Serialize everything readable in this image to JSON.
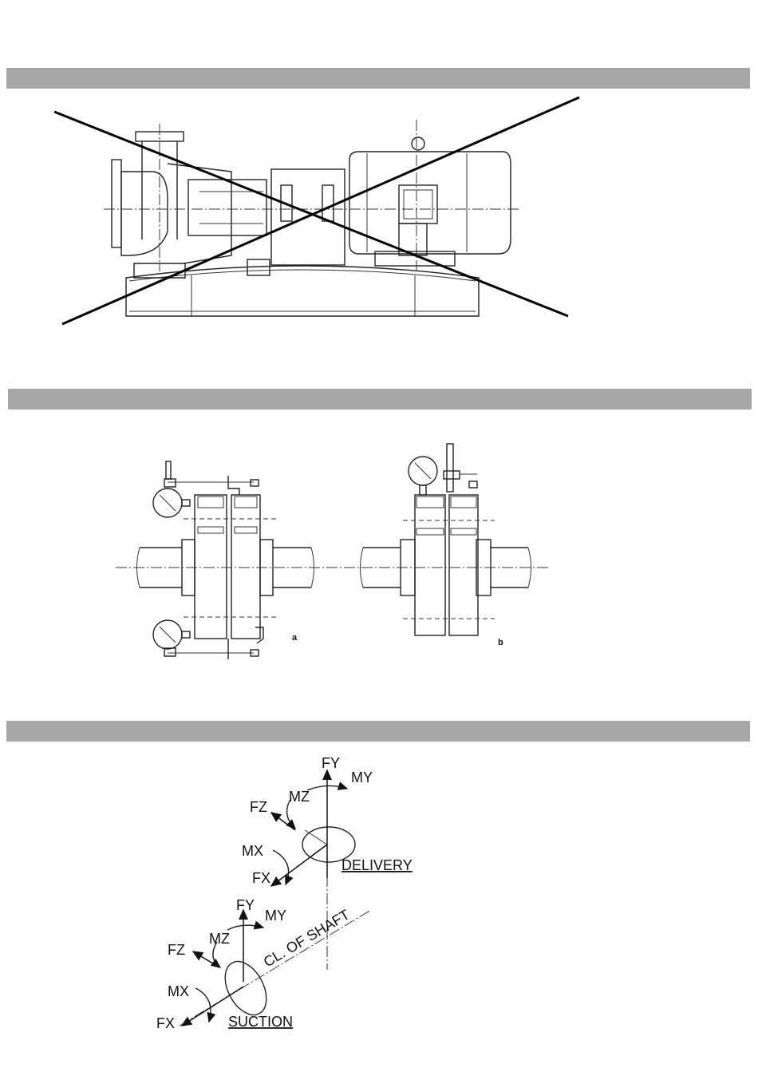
{
  "figure3": {
    "delivery": {
      "fy": "FY",
      "my": "MY",
      "mz": "MZ",
      "fz": "FZ",
      "mx": "MX",
      "fx": "FX",
      "name": "DELIVERY"
    },
    "suction": {
      "fy": "FY",
      "my": "MY",
      "mz": "MZ",
      "fz": "FZ",
      "mx": "MX",
      "fx": "FX",
      "name": "SUCTION"
    },
    "shaft_label": "CL. OF SHAFT"
  },
  "figure2": {
    "label_a": "a",
    "label_b": "b"
  },
  "colors": {
    "section_bar": "#a6a6a6",
    "line": "#222222"
  },
  "icons": {
    "figure1_overlay": "cross-out-icon",
    "dial_gauge": "dial-gauge-icon"
  }
}
